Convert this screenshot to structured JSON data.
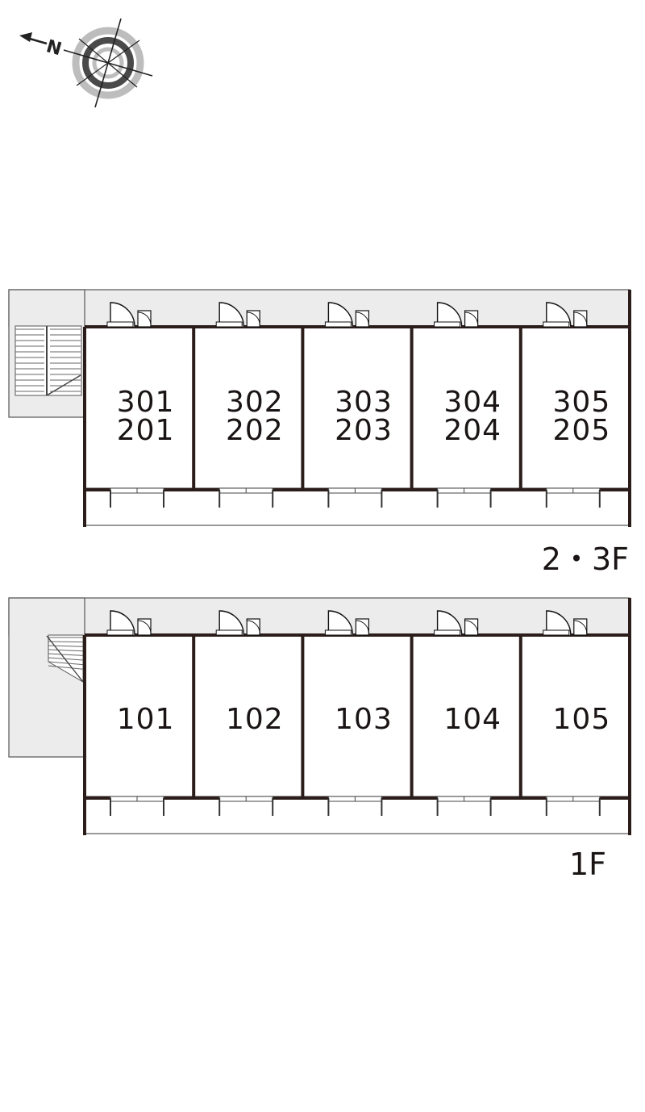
{
  "compass": {
    "north_label": "N"
  },
  "floors": [
    {
      "label": "2・3F",
      "units": [
        {
          "upper": "301",
          "lower": "201"
        },
        {
          "upper": "302",
          "lower": "202"
        },
        {
          "upper": "303",
          "lower": "203"
        },
        {
          "upper": "304",
          "lower": "204"
        },
        {
          "upper": "305",
          "lower": "205"
        }
      ]
    },
    {
      "label": "1F",
      "units": [
        {
          "upper": "101"
        },
        {
          "upper": "102"
        },
        {
          "upper": "103"
        },
        {
          "upper": "104"
        },
        {
          "upper": "105"
        }
      ]
    }
  ],
  "colors": {
    "wall": "#2a1d1a",
    "corridor": "#ececec",
    "line": "#555555",
    "compass_gray": "#bdbdbd",
    "compass_dark": "#4a4a4a"
  }
}
